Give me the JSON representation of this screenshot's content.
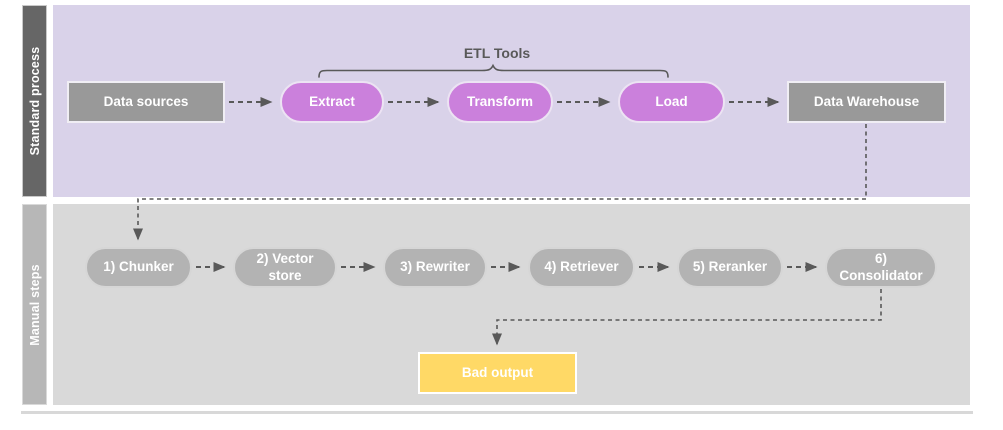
{
  "diagram": {
    "lanes": {
      "standard": {
        "label": "Standard process"
      },
      "manual": {
        "label": "Manual steps"
      }
    },
    "standard": {
      "annotation": "ETL Tools",
      "nodes": [
        {
          "label": "Data sources",
          "shape": "rectangle"
        },
        {
          "label": "Extract",
          "shape": "pill"
        },
        {
          "label": "Transform",
          "shape": "pill"
        },
        {
          "label": "Load",
          "shape": "pill"
        },
        {
          "label": "Data Warehouse",
          "shape": "rectangle"
        }
      ]
    },
    "manual": {
      "nodes": [
        {
          "label": "1) Chunker"
        },
        {
          "label": "2) Vector store"
        },
        {
          "label": "3) Rewriter"
        },
        {
          "label": "4) Retriever"
        },
        {
          "label": "5) Reranker"
        },
        {
          "label": "6) Consolidator"
        }
      ],
      "output": {
        "label": "Bad output"
      }
    },
    "colors": {
      "standard_lane_bg": "#d9d2e9",
      "standard_bar": "#666666",
      "manual_lane_bg": "#d9d9d9",
      "manual_bar": "#b7b7b7",
      "etl_pill": "#cb80dc",
      "gray_box": "#999999",
      "manual_node": "#b3b3b3",
      "bad_output_box": "#ffd966",
      "connector": "#595959"
    }
  }
}
